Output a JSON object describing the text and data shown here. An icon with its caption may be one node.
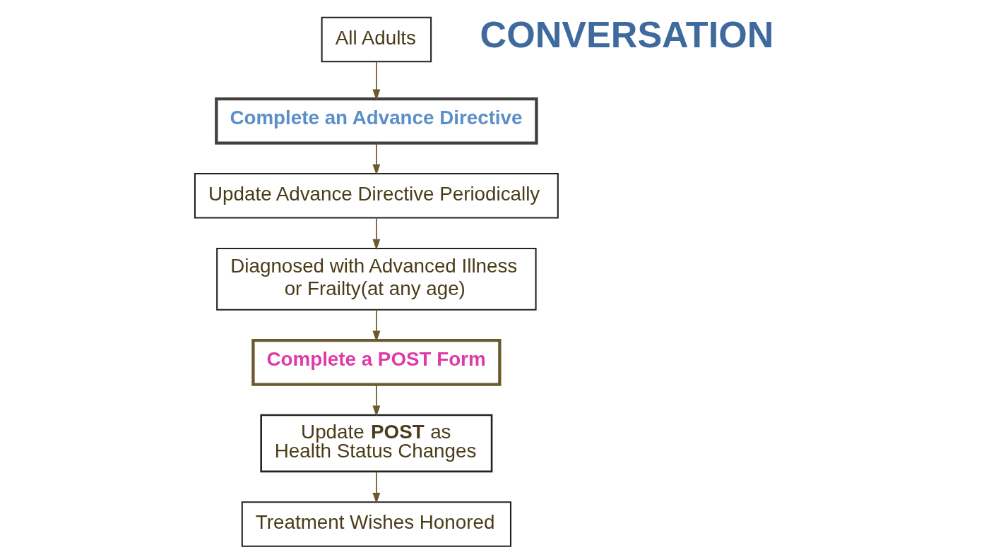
{
  "diagram": {
    "nodes": [
      {
        "text": [
          "All Adults"
        ]
      },
      {
        "text": [
          "Complete an Advance Directive"
        ]
      },
      {
        "text": [
          "Update Advance Directive Periodically"
        ]
      },
      {
        "text": [
          "Diagnosed with Advanced Illness or Frailty(at any age)"
        ]
      },
      {
        "text": [
          "Complete a POST Form"
        ]
      },
      {
        "text": [
          "Update **POST** as Health Status Changes"
        ]
      },
      {
        "text": [
          "Treatment Wishes Honored"
        ]
      }
    ],
    "edges": [
      {
        "from": 0,
        "to": 1,
        "arrow": "to"
      },
      {
        "from": 1,
        "to": 2,
        "arrow": "to"
      },
      {
        "from": 2,
        "to": 3,
        "arrow": "to"
      },
      {
        "from": 3,
        "to": 4,
        "arrow": "to"
      },
      {
        "from": 4,
        "to": 5,
        "arrow": "to"
      },
      {
        "from": 5,
        "to": 6,
        "arrow": "to"
      }
    ],
    "labels": [
      "CONVERSATION"
    ]
  }
}
